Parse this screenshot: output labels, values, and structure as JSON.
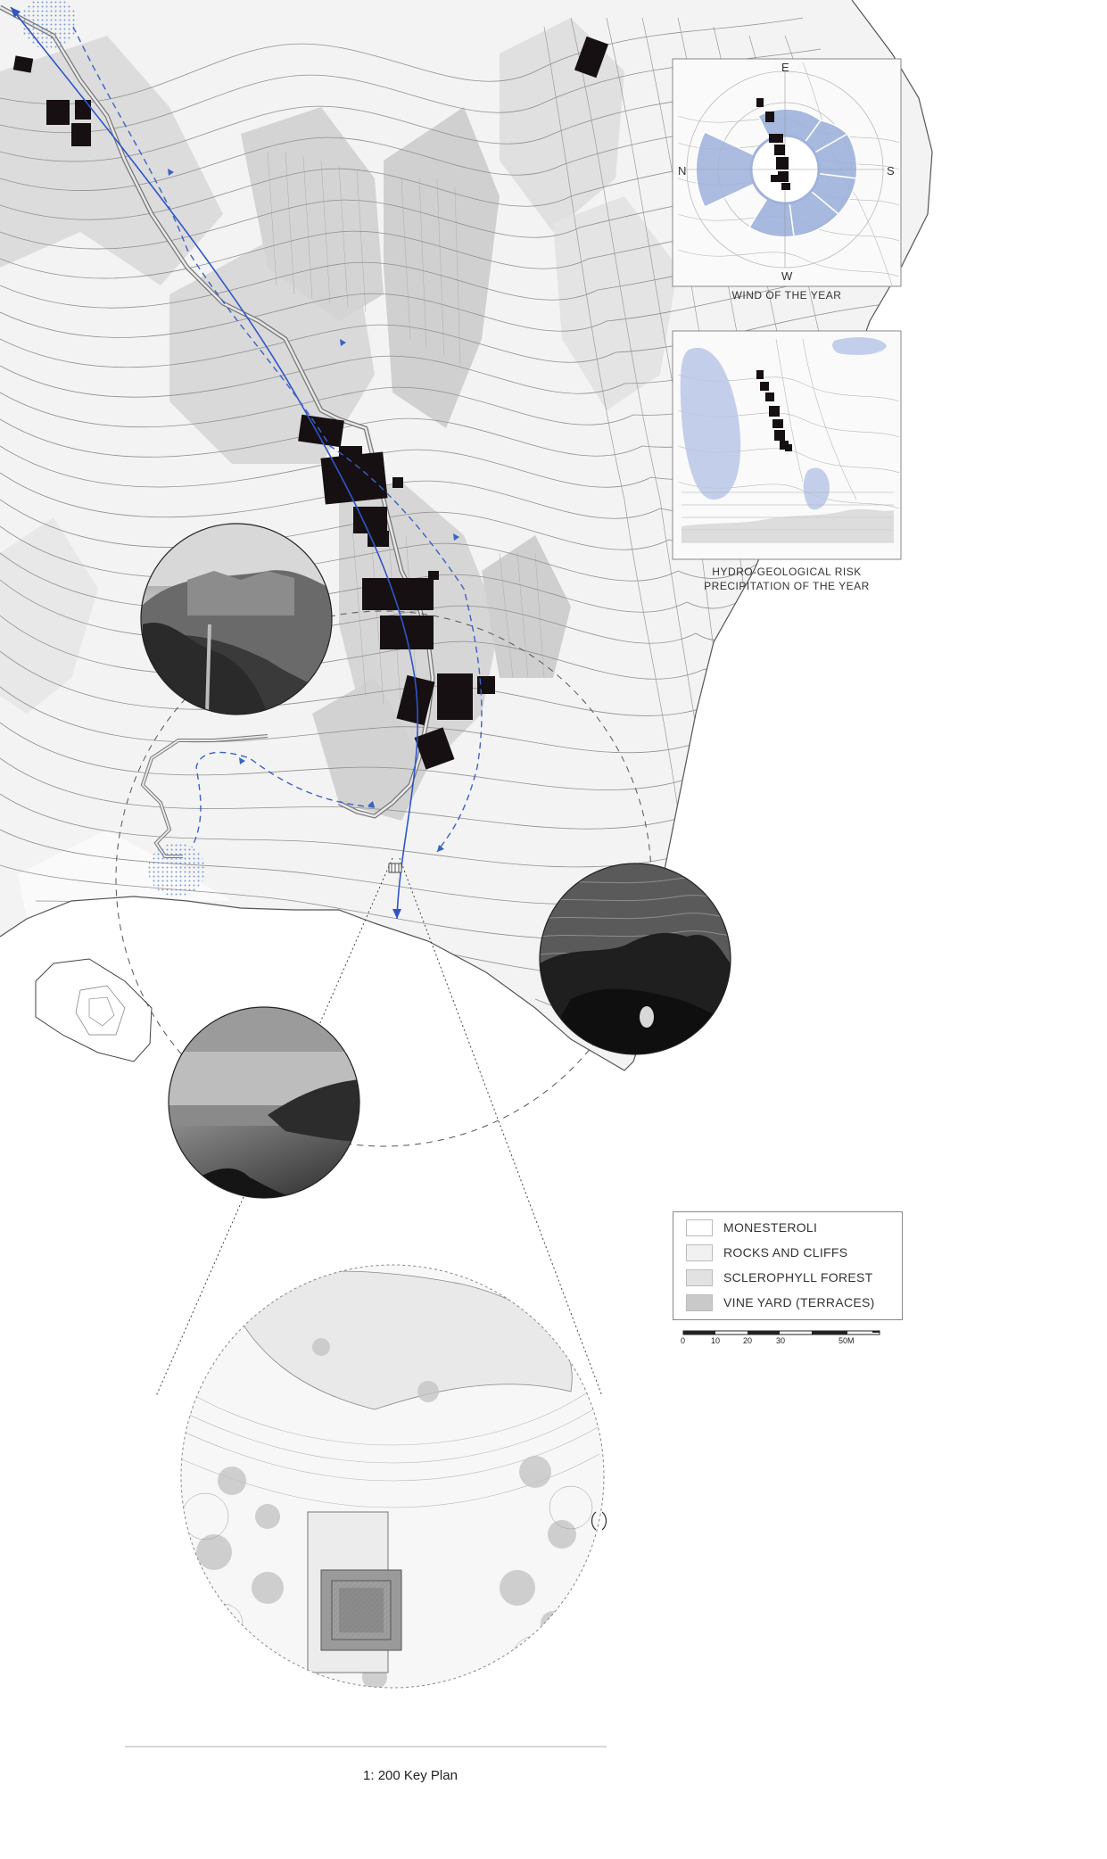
{
  "compass": {
    "north": "N",
    "east": "E",
    "south": "S",
    "west": "W"
  },
  "insets": {
    "wind_caption": "WIND OF THE YEAR",
    "hydro_caption_line1": "HYDRO-GEOLOGICAL RISK",
    "hydro_caption_line2": "PRECIPITATION OF THE YEAR"
  },
  "legend": {
    "items": [
      {
        "label": "MONESTEROLI",
        "color": "#ffffff"
      },
      {
        "label": "ROCKS AND CLIFFS",
        "color": "#f1f1f1"
      },
      {
        "label": "SCLEROPHYLL FOREST",
        "color": "#e2e2e2"
      },
      {
        "label": "VINE YARD (TERRACES)",
        "color": "#c9c9c9"
      }
    ]
  },
  "scale_bar": {
    "ticks": [
      "0",
      "10",
      "20",
      "30",
      "50M"
    ]
  },
  "key_plan_label": "1: 200 Key Plan",
  "colors": {
    "route_blue": "#2f55c9",
    "dash_blue": "#3b62c4",
    "building": "#161012",
    "wind_blue": "#9fb2dc"
  }
}
